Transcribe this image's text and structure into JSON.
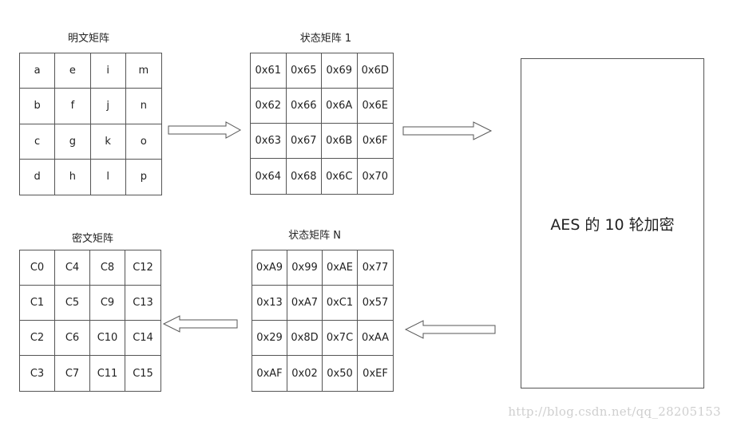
{
  "titles": {
    "plaintext": "明文矩阵",
    "state1": "状态矩阵 1",
    "ciphertext": "密文矩阵",
    "stateN": "状态矩阵 N"
  },
  "matrices": {
    "plaintext": [
      [
        "a",
        "e",
        "i",
        "m"
      ],
      [
        "b",
        "f",
        "j",
        "n"
      ],
      [
        "c",
        "g",
        "k",
        "o"
      ],
      [
        "d",
        "h",
        "l",
        "p"
      ]
    ],
    "state1": [
      [
        "0x61",
        "0x65",
        "0x69",
        "0x6D"
      ],
      [
        "0x62",
        "0x66",
        "0x6A",
        "0x6E"
      ],
      [
        "0x63",
        "0x67",
        "0x6B",
        "0x6F"
      ],
      [
        "0x64",
        "0x68",
        "0x6C",
        "0x70"
      ]
    ],
    "ciphertext": [
      [
        "C0",
        "C4",
        "C8",
        "C12"
      ],
      [
        "C1",
        "C5",
        "C9",
        "C13"
      ],
      [
        "C2",
        "C6",
        "C10",
        "C14"
      ],
      [
        "C3",
        "C7",
        "C11",
        "C15"
      ]
    ],
    "stateN": [
      [
        "0xA9",
        "0x99",
        "0xAE",
        "0x77"
      ],
      [
        "0x13",
        "0xA7",
        "0xC1",
        "0x57"
      ],
      [
        "0x29",
        "0x8D",
        "0x7C",
        "0xAA"
      ],
      [
        "0xAF",
        "0x02",
        "0x50",
        "0xEF"
      ]
    ]
  },
  "process_box": "AES 的 10 轮加密",
  "watermark": "http://blog.csdn.net/qq_28205153"
}
